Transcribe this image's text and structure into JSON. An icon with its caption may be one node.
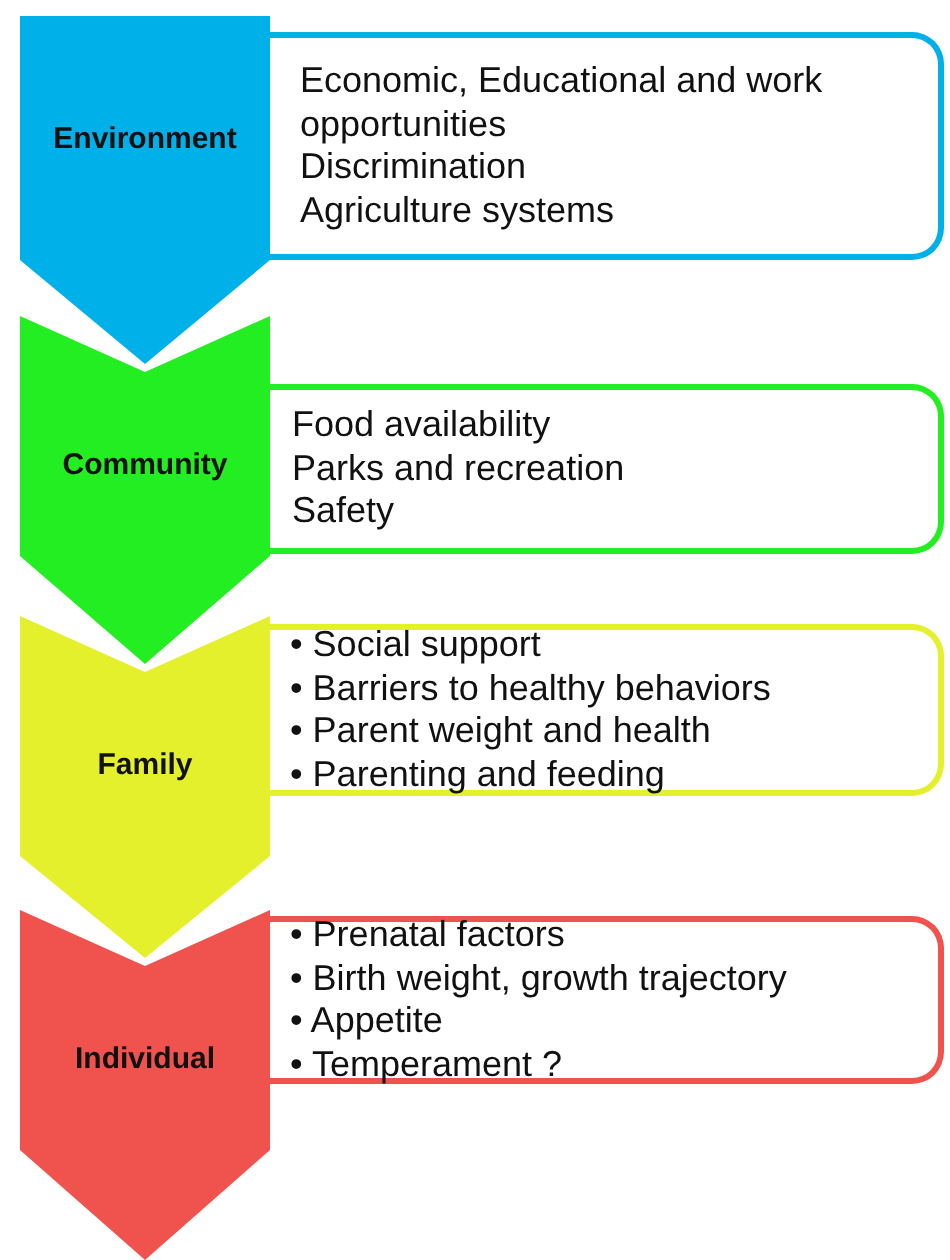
{
  "diagram": {
    "nodes": [
      {
        "text": [
          "Environment"
        ]
      },
      {
        "text": [
          "Economic, Educational and work opportunities",
          "Discrimination",
          "Agriculture systems"
        ]
      },
      {
        "text": [
          "Community"
        ]
      },
      {
        "text": [
          "Food availability",
          "Parks and recreation",
          "Safety"
        ]
      },
      {
        "text": [
          "Family"
        ]
      },
      {
        "text": [
          "• Social support",
          "• Barriers to healthy behaviors",
          "• Parent weight and health",
          "• Parenting and feeding"
        ]
      },
      {
        "text": [
          "Individual"
        ]
      },
      {
        "text": [
          "• Prenatal factors",
          "• Birth weight, growth trajectory",
          "• Appetite",
          "• Temperament ?"
        ]
      }
    ],
    "edges": [
      {
        "from": 0,
        "to": 2,
        "arrow": "to"
      },
      {
        "from": 2,
        "to": 4,
        "arrow": "to"
      },
      {
        "from": 4,
        "to": 6,
        "arrow": "to"
      },
      {
        "from": 6,
        "to": null,
        "arrow": "to"
      }
    ]
  }
}
